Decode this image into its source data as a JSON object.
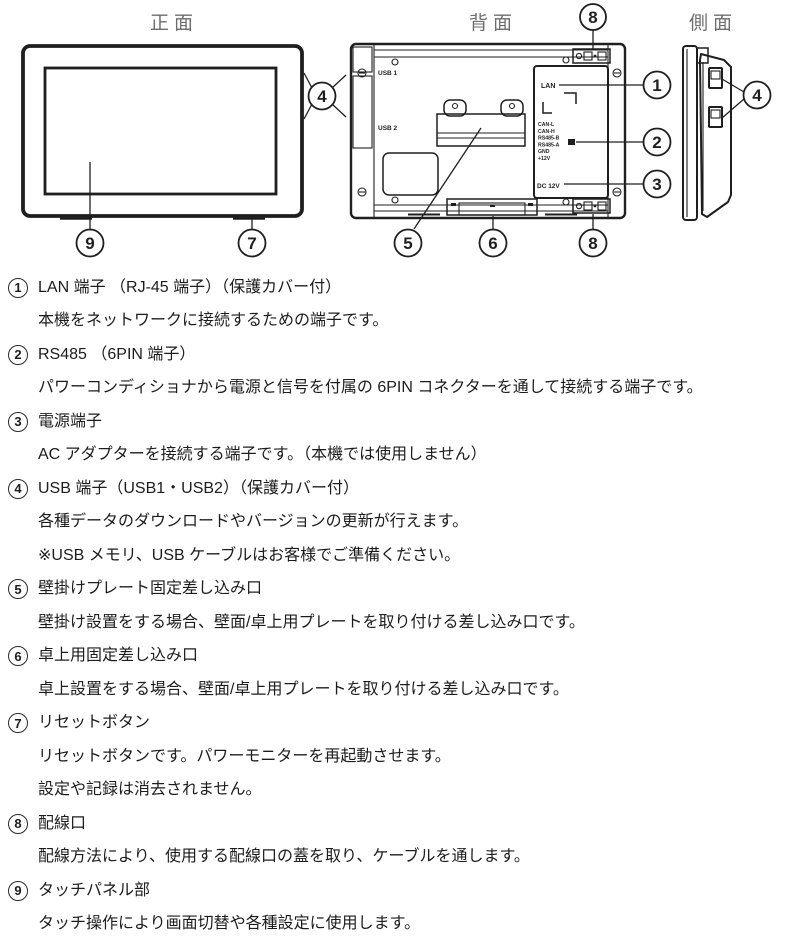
{
  "diagram": {
    "views": {
      "front": "正面",
      "back": "背面",
      "side": "側面"
    },
    "back_labels": {
      "usb1": "USB 1",
      "usb2": "USB 2",
      "lan": "LAN",
      "dc": "DC 12V",
      "pins": [
        "CAN-L",
        "CAN-H",
        "RS485-B",
        "RS485-A",
        "GND",
        "+12V"
      ]
    },
    "callouts": {
      "c1": "1",
      "c2": "2",
      "c3": "3",
      "c4": "4",
      "c5": "5",
      "c6": "6",
      "c7": "7",
      "c8": "8",
      "c9": "9"
    }
  },
  "items": [
    {
      "num": "1",
      "title": "LAN 端子 （RJ-45 端子）（保護カバー付）",
      "desc": [
        "本機をネットワークに接続するための端子です。"
      ]
    },
    {
      "num": "2",
      "title": "RS485 （6PIN 端子）",
      "desc": [
        "パワーコンディショナから電源と信号を付属の 6PIN コネクターを通して接続する端子です。"
      ]
    },
    {
      "num": "3",
      "title": "電源端子",
      "desc": [
        "AC アダプターを接続する端子です。（本機では使用しません）"
      ]
    },
    {
      "num": "4",
      "title": "USB 端子（USB1・USB2）（保護カバー付）",
      "desc": [
        "各種データのダウンロードやバージョンの更新が行えます。",
        "※USB メモリ、USB ケーブルはお客様でご準備ください。"
      ]
    },
    {
      "num": "5",
      "title": "壁掛けプレート固定差し込み口",
      "desc": [
        "壁掛け設置をする場合、壁面/卓上用プレートを取り付ける差し込み口です。"
      ]
    },
    {
      "num": "6",
      "title": "卓上用固定差し込み口",
      "desc": [
        "卓上設置をする場合、壁面/卓上用プレートを取り付ける差し込み口です。"
      ]
    },
    {
      "num": "7",
      "title": "リセットボタン",
      "desc": [
        "リセットボタンです。パワーモニターを再起動させます。",
        "設定や記録は消去されません。"
      ]
    },
    {
      "num": "8",
      "title": "配線口",
      "desc": [
        "配線方法により、使用する配線口の蓋を取り、ケーブルを通します。"
      ]
    },
    {
      "num": "9",
      "title": "タッチパネル部",
      "desc": [
        "タッチ操作により画面切替や各種設定に使用します。"
      ]
    }
  ]
}
